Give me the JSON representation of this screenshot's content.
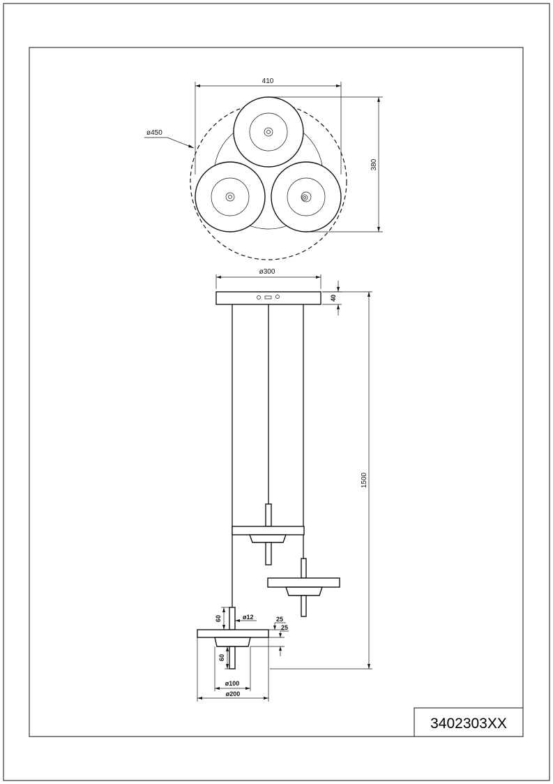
{
  "drawing": {
    "top_view": {
      "width_label": "410",
      "height_label": "380",
      "canopy_diameter_label": "ø450"
    },
    "side_view": {
      "canopy_diameter_label": "ø300",
      "canopy_height_label": "40",
      "total_height_label": "1500",
      "stem_height_label": "60",
      "stem_diameter_label": "ø12",
      "shade_top_thickness_label": "25",
      "shade_bottom_thickness_label": "25",
      "lower_stem_height_label": "60",
      "inner_diameter_label": "ø100",
      "shade_diameter_label": "ø200"
    },
    "article_number": "3402303XX"
  }
}
